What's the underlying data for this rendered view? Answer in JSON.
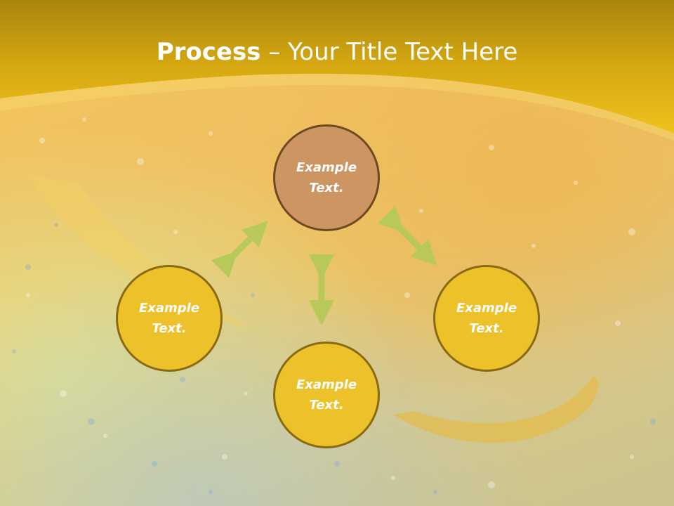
{
  "slide": {
    "title_bold": "Process",
    "title_rest": " – Your Title Text Here"
  },
  "diagram": {
    "nodes": {
      "top": "Example Text.",
      "left": "Example Text.",
      "right": "Example Text.",
      "bottom": "Example Text."
    }
  },
  "colors": {
    "header_band": "#d9a70f",
    "node_fill": "#edc12a",
    "node_top_fill": "#cc9561",
    "arrow": "#b8c95a"
  }
}
